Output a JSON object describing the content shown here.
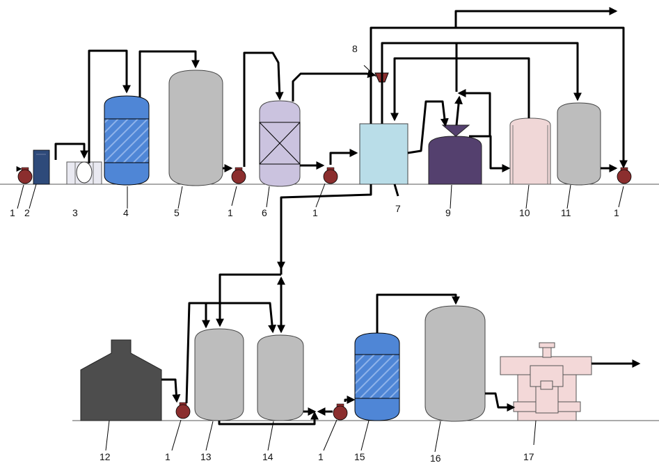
{
  "labels": {
    "pump": "1",
    "dosing": "2",
    "filter3": "3",
    "column4": "4",
    "tank5": "5",
    "column6": "6",
    "unit7": "7",
    "hopper8": "8",
    "reactor9": "9",
    "tank10": "10",
    "tank11": "11",
    "building12": "12",
    "tank13": "13",
    "tank14": "14",
    "column15": "15",
    "tank16": "16",
    "press17": "17"
  },
  "colors": {
    "pump": "#8b2e2e",
    "dosing": "#2e4a7a",
    "column_blue": "#4f86d6",
    "gray_tank": "#bdbdbd",
    "column_lavender": "#cbc3df",
    "unit7": "#b9dde8",
    "reactor9": "#54406e",
    "tank10": "#f0d7d7",
    "building12": "#4d4d4d",
    "press17": "#f3d8d8"
  }
}
